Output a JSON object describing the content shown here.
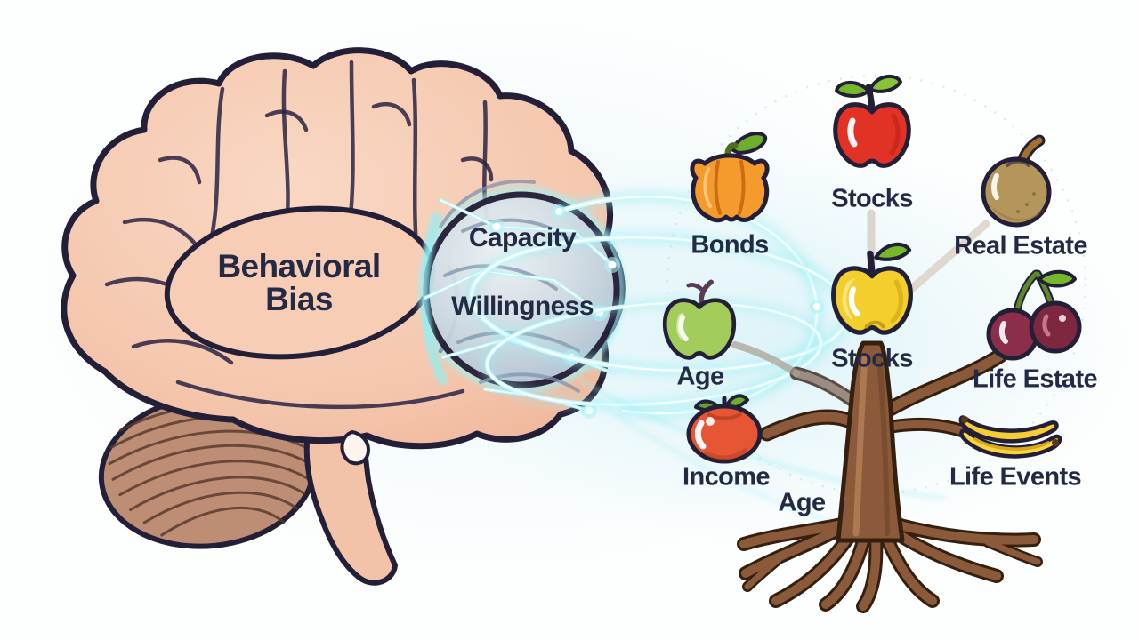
{
  "illustration": {
    "brain": {
      "behavioral_bias": {
        "line1": "Behavioral",
        "line2": "Bias"
      },
      "capacity": "Capacity",
      "willingness": "Willingness"
    },
    "fruits": [
      {
        "icon": "bell-pepper-icon",
        "label": "Bonds",
        "color": "#f59b2e"
      },
      {
        "icon": "red-apple-icon",
        "label": "Stocks",
        "color": "#e23125"
      },
      {
        "icon": "round-fruit-icon",
        "label": "Real Estate",
        "color": "#b4955a"
      },
      {
        "icon": "green-apple-icon",
        "label": "Age",
        "color": "#a2cd5a"
      },
      {
        "icon": "yellow-apple-icon",
        "label": "Stocks",
        "color": "#f3cf2e"
      },
      {
        "icon": "cherries-icon",
        "label": "Life Estate",
        "color": "#8a2e49"
      },
      {
        "icon": "tomato-icon",
        "label": "Income",
        "color": "#e65634"
      },
      {
        "icon": "bananas-icon",
        "label": "Life Events",
        "color": "#f5cd36"
      }
    ],
    "extra_labels": {
      "age_bottom": "Age"
    },
    "colors": {
      "brain_pink": "#f5c7ae",
      "outline_navy": "#241f38",
      "sphere_blue": "#bccadb",
      "glow_cyan": "#8ef0f6",
      "tree_brown": "#8a5a3b",
      "label_text": "#232a45",
      "background": "#fdfefe"
    }
  }
}
